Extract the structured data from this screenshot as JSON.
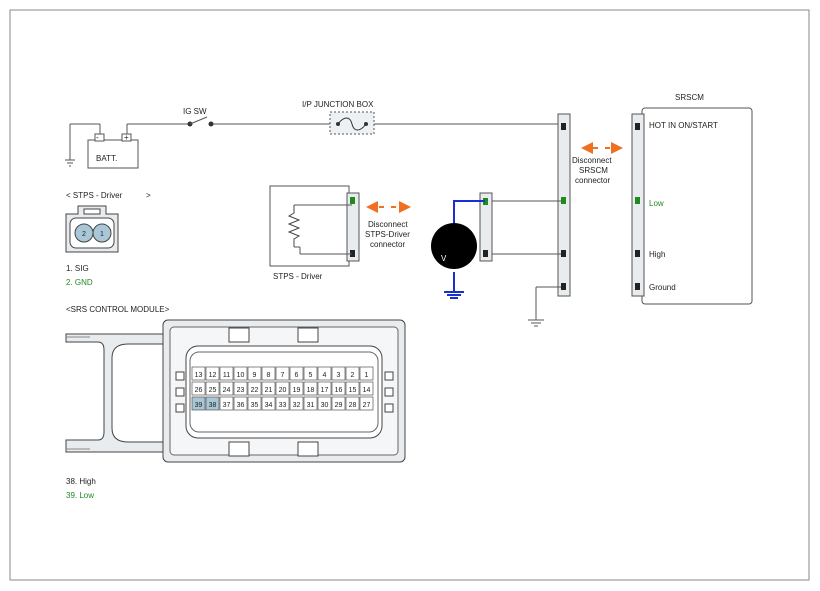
{
  "labels": {
    "ig_sw": "IG SW",
    "ip_junction_box": "I/P JUNCTION BOX",
    "batt": "BATT.",
    "batt_minus": "-",
    "batt_plus": "+",
    "srscm_title": "SRSCM",
    "srscm_hot": "HOT IN ON/START",
    "srscm_low": "Low",
    "srscm_high": "High",
    "srscm_ground": "Ground",
    "disconnect_srscm": [
      "Disconnect",
      "SRSCM",
      "connector"
    ],
    "disconnect_stps": [
      "Disconnect",
      "STPS-Driver",
      "connector"
    ],
    "stps_driver_label": "STPS - Driver",
    "voltmeter": "V"
  },
  "stps_connector": {
    "title": "< STPS - Driver",
    "title_suffix": ">",
    "pin_2": "2",
    "pin_1": "1",
    "legend": [
      {
        "text": "1. SIG",
        "color": "#222222"
      },
      {
        "text": "2. GND",
        "color": "#1f8a1f"
      }
    ]
  },
  "srs_module": {
    "title": "<SRS CONTROL MODULE>",
    "row1": [
      "13",
      "12",
      "11",
      "10",
      "9",
      "8",
      "7",
      "6",
      "5",
      "4",
      "3",
      "2",
      "1"
    ],
    "row2": [
      "26",
      "25",
      "24",
      "23",
      "22",
      "21",
      "20",
      "19",
      "18",
      "17",
      "16",
      "15",
      "14"
    ],
    "row3": [
      "39",
      "38",
      "37",
      "36",
      "35",
      "34",
      "33",
      "32",
      "31",
      "30",
      "29",
      "28",
      "27"
    ],
    "highlighted": [
      "39",
      "38"
    ],
    "legend": [
      {
        "text": "38. High",
        "color": "#222222"
      },
      {
        "text": "39. Low",
        "color": "#1f8a1f"
      }
    ]
  },
  "colors": {
    "wire": "#555555",
    "probe_wire": "#1a2fcf",
    "arrow": "#f07020",
    "pin_green": "#1f8a1f",
    "connector_fill": "#e8ecef",
    "pin_highlight": "#a9c7d6"
  }
}
